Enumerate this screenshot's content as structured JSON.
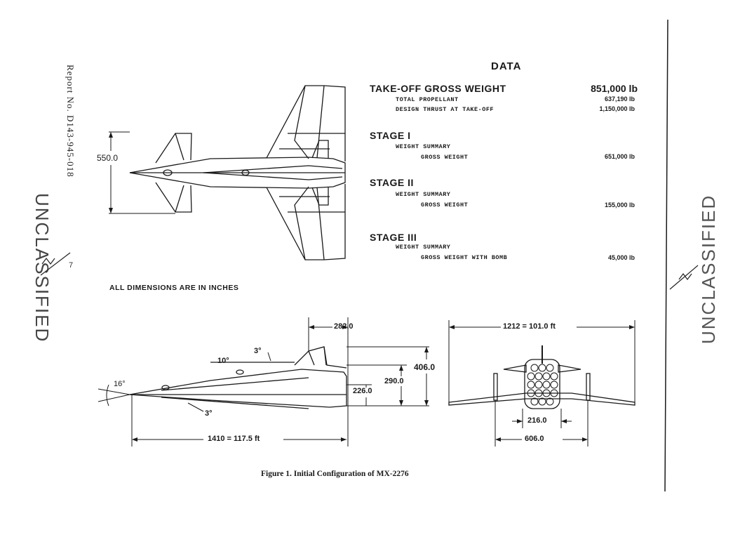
{
  "side": {
    "report_no": "Report No. D143-945-018",
    "unclassified": "UNCLASSIFIED",
    "page_mark": "7"
  },
  "data_table": {
    "title": "DATA",
    "takeoff": {
      "label": "TAKE-OFF GROSS WEIGHT",
      "value": "851,000 lb"
    },
    "total_propellant": {
      "label": "TOTAL PROPELLANT",
      "value": "637,190 lb"
    },
    "design_thrust": {
      "label": "DESIGN THRUST AT TAKE-OFF",
      "value": "1,150,000 lb"
    },
    "stage1": {
      "label": "STAGE I",
      "sub": "WEIGHT SUMMARY",
      "item": "GROSS WEIGHT",
      "value": "651,000 lb"
    },
    "stage2": {
      "label": "STAGE II",
      "sub": "WEIGHT SUMMARY",
      "item": "GROSS WEIGHT",
      "value": "155,000 lb"
    },
    "stage3": {
      "label": "STAGE III",
      "sub": "WEIGHT SUMMARY",
      "item": "GROSS WEIGHT WITH BOMB",
      "value": "45,000 lb"
    }
  },
  "note": "ALL DIMENSIONS ARE IN INCHES",
  "dimensions": {
    "top_span": "550.0",
    "side_282": "282.0",
    "side_406": "406.0",
    "side_290": "290.0",
    "side_226": "226.0",
    "side_length": "1410 = 117.5 ft",
    "angle_16": "16°",
    "angle_10": "10°",
    "angle_3_top": "3°",
    "angle_3_bottom": "3°",
    "front_span": "1212 = 101.0 ft",
    "front_216": "216.0",
    "front_606": "606.0"
  },
  "caption": "Figure 1. Initial Configuration of MX-2276",
  "colors": {
    "ink": "#1a1a1a",
    "paper": "#ffffff"
  }
}
